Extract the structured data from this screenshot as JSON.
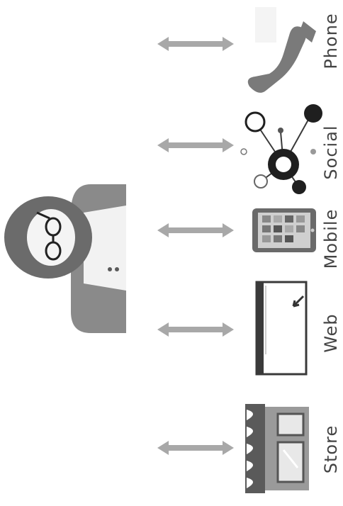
{
  "channels": [
    {
      "id": "phone",
      "label": "Phone",
      "icon": "phone-icon"
    },
    {
      "id": "social",
      "label": "Social",
      "icon": "social-network-icon"
    },
    {
      "id": "mobile",
      "label": "Mobile",
      "icon": "mobile-device-icon"
    },
    {
      "id": "web",
      "label": "Web",
      "icon": "web-browser-icon"
    },
    {
      "id": "store",
      "label": "Store",
      "icon": "storefront-icon"
    }
  ],
  "person": {
    "icon": "customer-avatar-icon"
  },
  "colors": {
    "arrow": "#a8a8a8",
    "icon_dark": "#3a3a3a",
    "icon_mid": "#7a7a7a",
    "icon_light": "#cfcfcf",
    "label": "#444444"
  }
}
